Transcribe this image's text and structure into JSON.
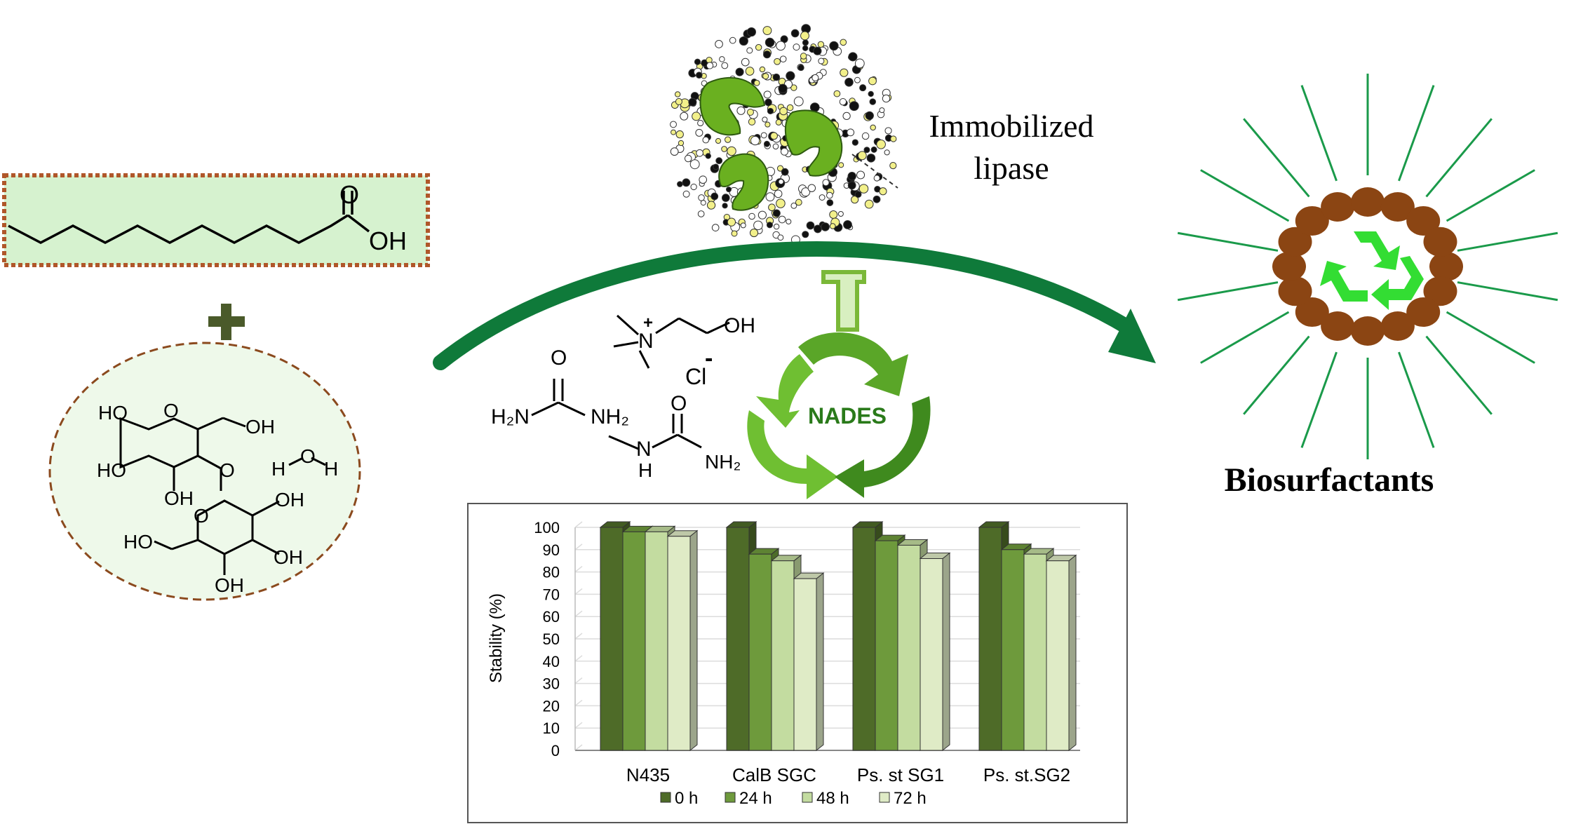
{
  "labels": {
    "immobilized_line1": "Immobilized",
    "immobilized_line2": "lipase",
    "biosurfactants": "Biosurfactants",
    "nades": "NADES",
    "acid_o": "O",
    "acid_oh": "OH",
    "choline_n": "N",
    "choline_plus": "+",
    "choline_oh": "OH",
    "chloride": "Cl",
    "chloride_minus": "-",
    "urea_o": "O",
    "urea_h2n": "H₂N",
    "urea_nh2": "NH₂",
    "methylurea_o": "O",
    "methylurea_n": "N",
    "methylurea_h": "H",
    "methylurea_nh2": "NH₂",
    "sugar_labels": [
      "HO",
      "O",
      "OH",
      "HO",
      "O",
      "OH",
      "OH",
      "O",
      "HO",
      "OH",
      "OH"
    ],
    "water_h1": "H",
    "water_o": "O",
    "water_h2": "H"
  },
  "colors": {
    "arrow": "#0f7a3a",
    "acid_box_fill": "#d6f2cf",
    "acid_box_border": "#b0572a",
    "sugar_fill": "#eef9ea",
    "sugar_border": "#8b4a1e",
    "plus": "#4a5a2a",
    "micelle_head": "#8b4513",
    "micelle_tail": "#1a9a4a",
    "recycle": "#33dd33",
    "enzyme": "#6ab020"
  },
  "chart_data": {
    "type": "bar",
    "ylabel": "Stability (%)",
    "ylim": [
      0,
      100
    ],
    "yticks": [
      0,
      10,
      20,
      30,
      40,
      50,
      60,
      70,
      80,
      90,
      100
    ],
    "categories": [
      "N435",
      "CalB SGC",
      "Ps. st SG1",
      "Ps. st.SG2"
    ],
    "series": [
      {
        "name": "0 h",
        "values": [
          100,
          100,
          100,
          100
        ],
        "color": "#4e6b28"
      },
      {
        "name": "24 h",
        "values": [
          98,
          88,
          94,
          90
        ],
        "color": "#6e9a3c"
      },
      {
        "name": "48 h",
        "values": [
          98,
          85,
          92,
          88
        ],
        "color": "#c3dca0"
      },
      {
        "name": "72 h",
        "values": [
          96,
          77,
          86,
          85
        ],
        "color": "#dfebc6"
      }
    ],
    "legend": "bottom"
  }
}
